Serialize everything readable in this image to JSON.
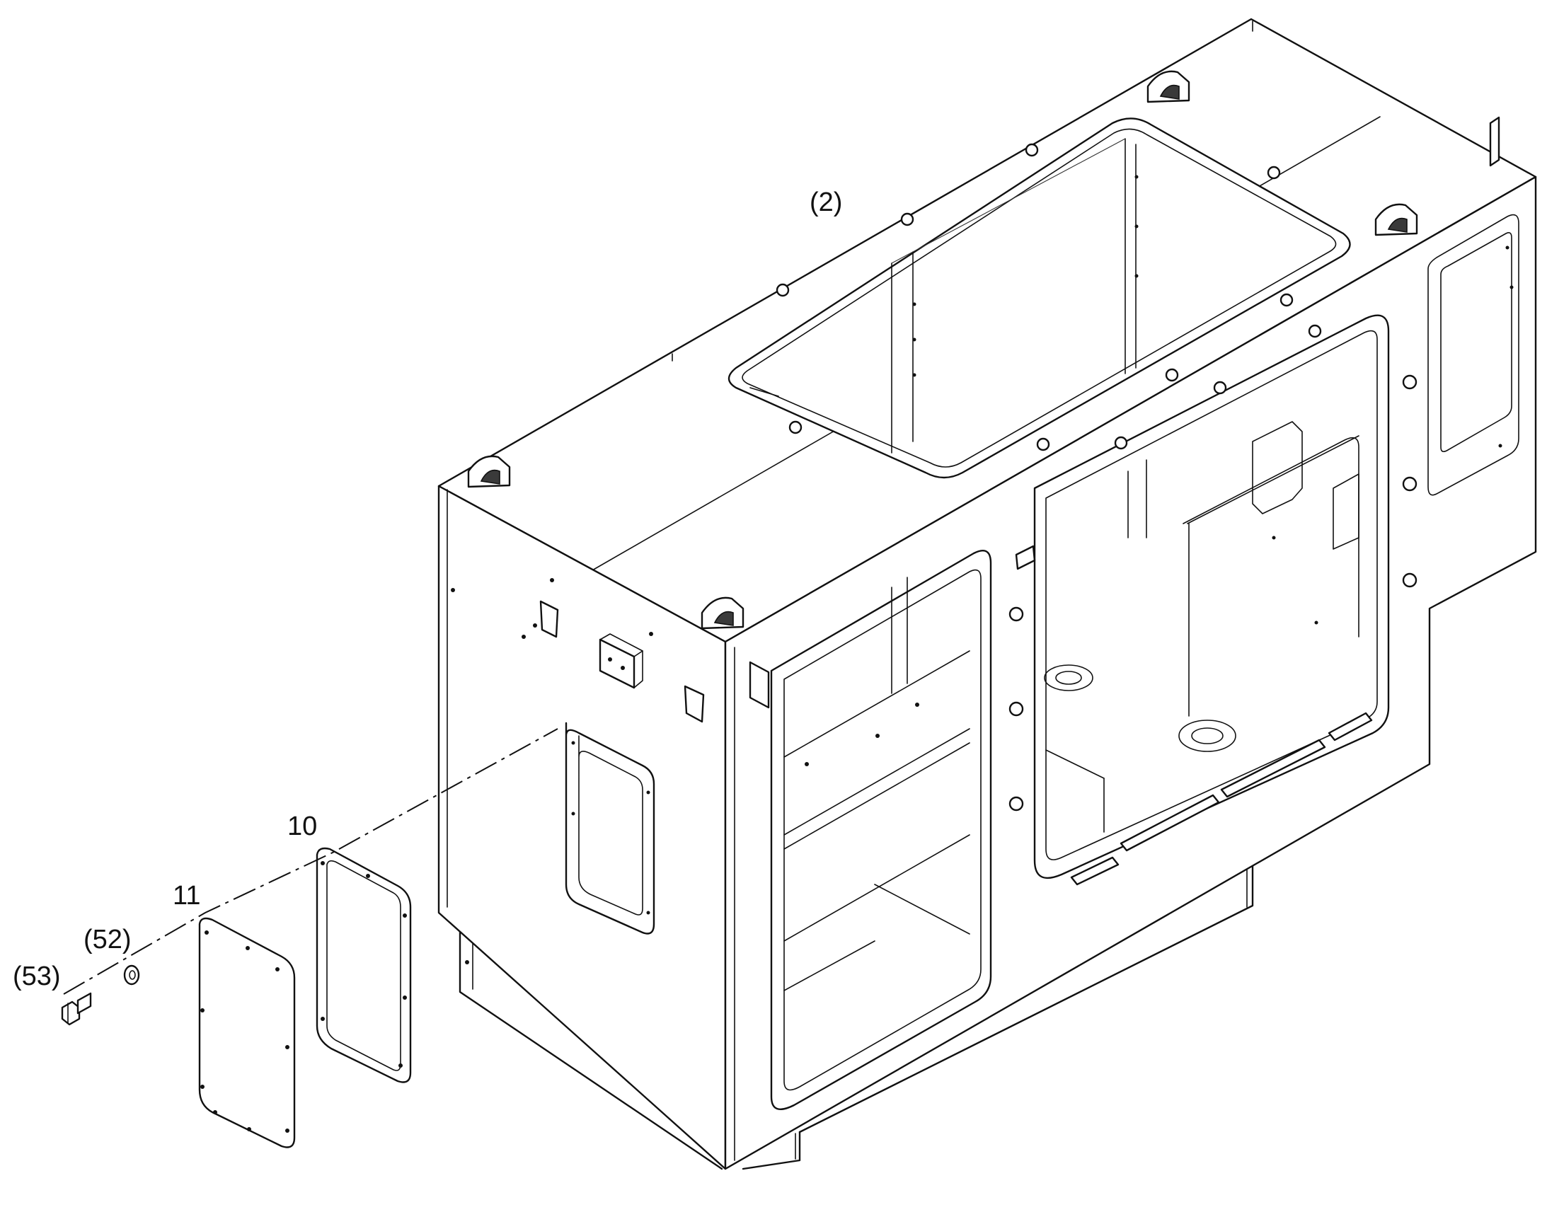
{
  "diagram": {
    "callouts": [
      {
        "id": "frame",
        "text": "(2)"
      },
      {
        "id": "gasket",
        "text": "10"
      },
      {
        "id": "cover_plate",
        "text": "11"
      },
      {
        "id": "washer",
        "text": "(52)"
      },
      {
        "id": "bolt",
        "text": "(53)"
      }
    ]
  }
}
